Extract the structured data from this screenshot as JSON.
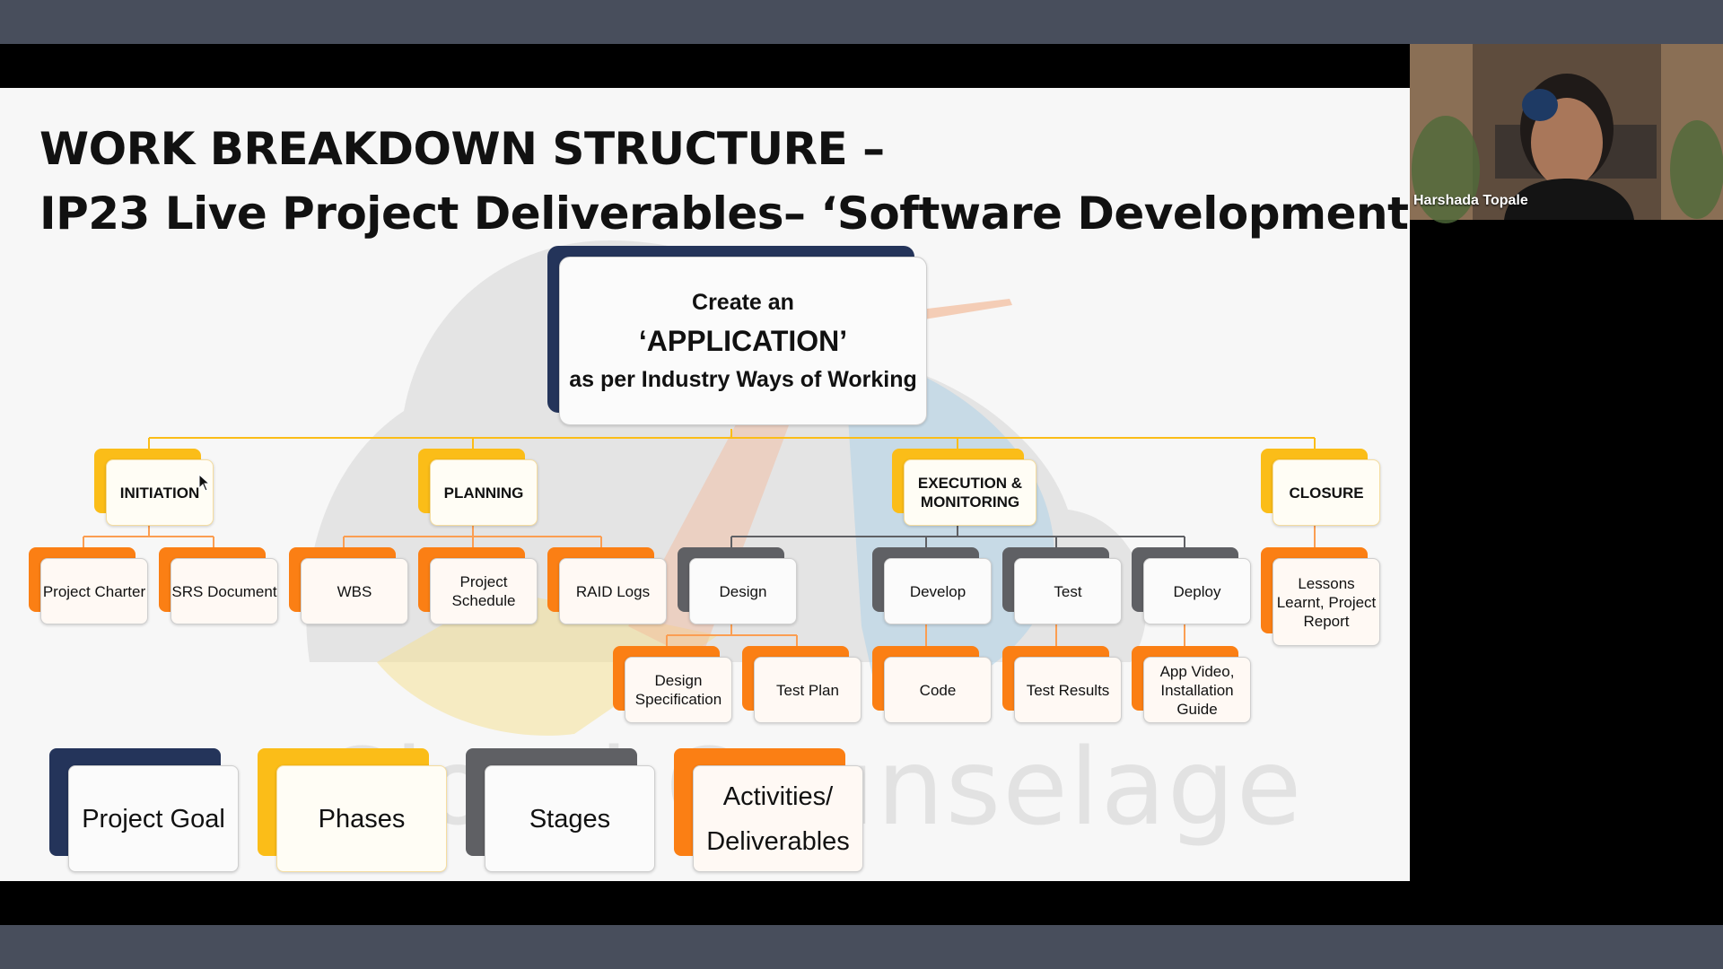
{
  "slide": {
    "title_line1": "WORK BREAKDOWN STRUCTURE –",
    "title_line2": "IP23 Live Project Deliverables– ‘Software Development’",
    "watermark": "Cloud Counselage",
    "root": {
      "line1": "Create an",
      "line2": "‘APPLICATION’",
      "line3": "as per Industry Ways of Working"
    },
    "phases": {
      "initiation": "INITIATION",
      "planning": "PLANNING",
      "execution": "EXECUTION & MONITORING",
      "closure": "CLOSURE"
    },
    "activities": {
      "project_charter": "Project Charter",
      "srs_document": "SRS Document",
      "wbs": "WBS",
      "project_schedule": "Project Schedule",
      "raid_logs": "RAID Logs",
      "lessons_learnt": "Lessons Learnt, Project Report"
    },
    "stages": {
      "design": "Design",
      "develop": "Develop",
      "test": "Test",
      "deploy": "Deploy"
    },
    "deliverables": {
      "design_specification": "Design Specification",
      "test_plan": "Test Plan",
      "code": "Code",
      "test_results": "Test Results",
      "app_video": "App Video, Installation Guide"
    },
    "legend": {
      "project_goal": "Project Goal",
      "phases": "Phases",
      "stages": "Stages",
      "activities": "Activities/ Deliverables"
    }
  },
  "participant": {
    "name": "Harshada Topale"
  },
  "colors": {
    "orange": "#fb7f14",
    "yellow": "#fbbd18",
    "gray": "#5f6064",
    "navy": "#24345a",
    "chrome": "#484e5c"
  }
}
